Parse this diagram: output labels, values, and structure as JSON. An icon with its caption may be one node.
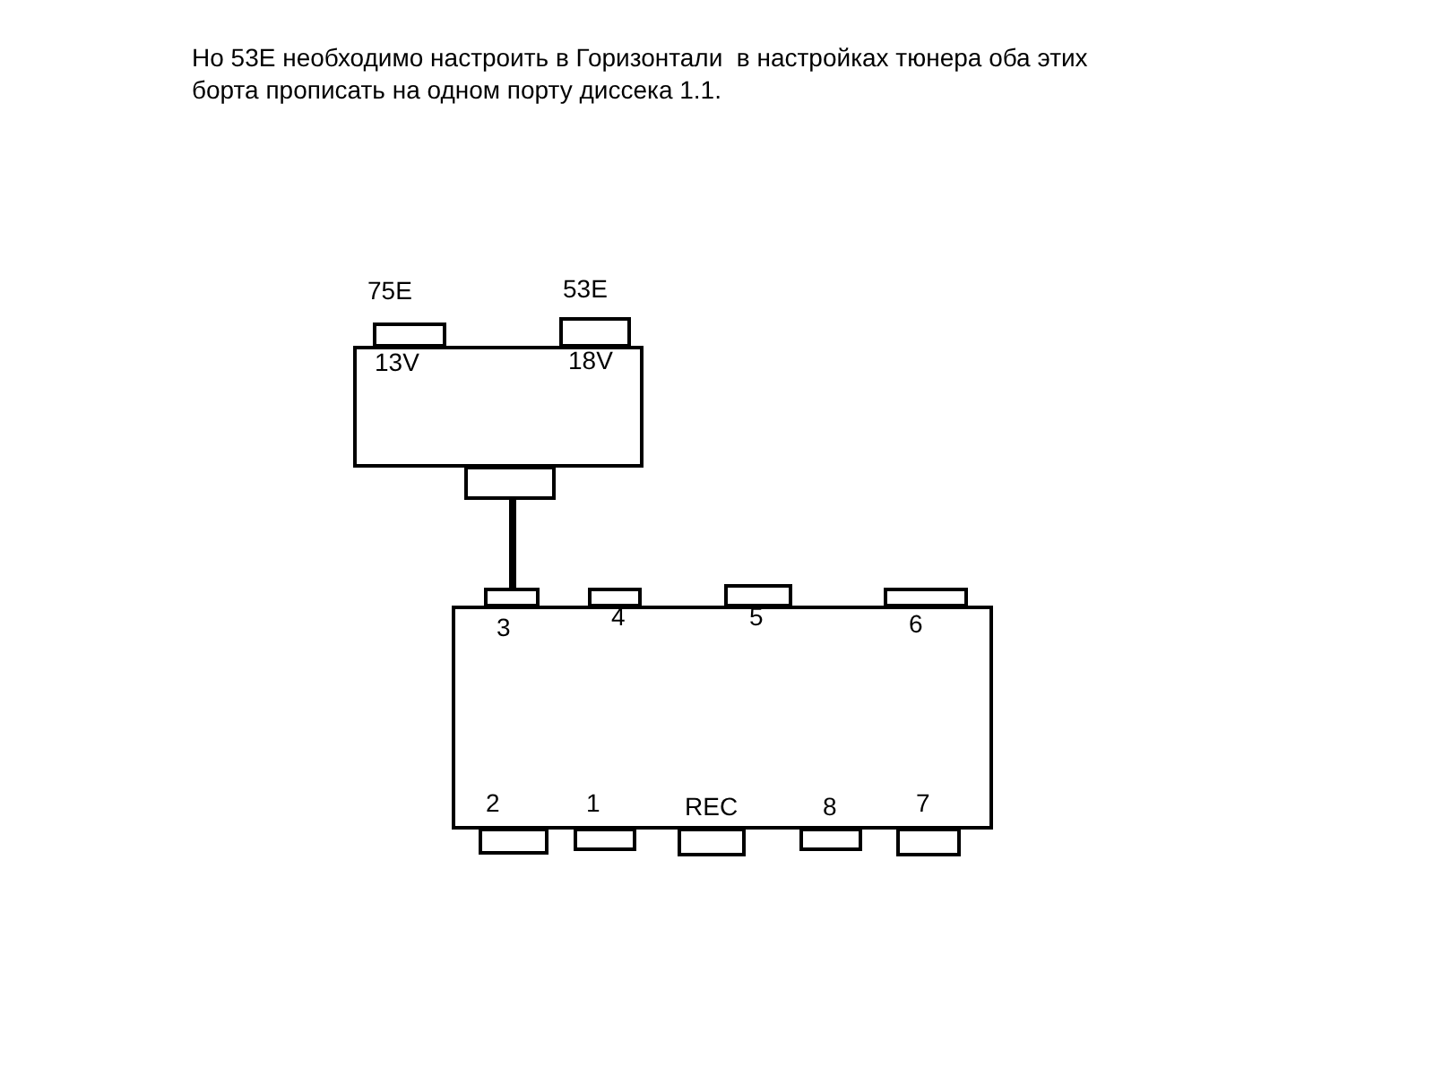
{
  "diagram": {
    "nodes": [
      {
        "text": [],
        "shape": "box"
      },
      {
        "text": [],
        "shape": "box",
        "beside": [
          "75E",
          "13V"
        ]
      },
      {
        "text": [],
        "shape": "box",
        "beside": [
          "53E",
          "18V"
        ]
      },
      {
        "text": [],
        "shape": "box"
      },
      {
        "text": [],
        "shape": "box"
      },
      {
        "text": [],
        "shape": "box",
        "beside": [
          "3"
        ]
      },
      {
        "text": [],
        "shape": "box",
        "beside": [
          "4"
        ]
      },
      {
        "text": [],
        "shape": "box",
        "beside": [
          "5"
        ]
      },
      {
        "text": [],
        "shape": "box",
        "beside": [
          "6"
        ]
      },
      {
        "text": [],
        "shape": "box"
      },
      {
        "text": [],
        "shape": "box"
      },
      {
        "text": [],
        "shape": "box"
      },
      {
        "text": [],
        "shape": "box"
      },
      {
        "text": [],
        "shape": "box"
      }
    ],
    "edges": [
      {
        "from": 3,
        "to": 5,
        "arrow": "none"
      }
    ],
    "labels": [
      "Но 53E необходимо настроить в Горизонтали  в настройках тюнера оба этих борта прописать на одном порту диссека 1.1.",
      "2",
      "1",
      "REC",
      "8",
      "7"
    ]
  }
}
